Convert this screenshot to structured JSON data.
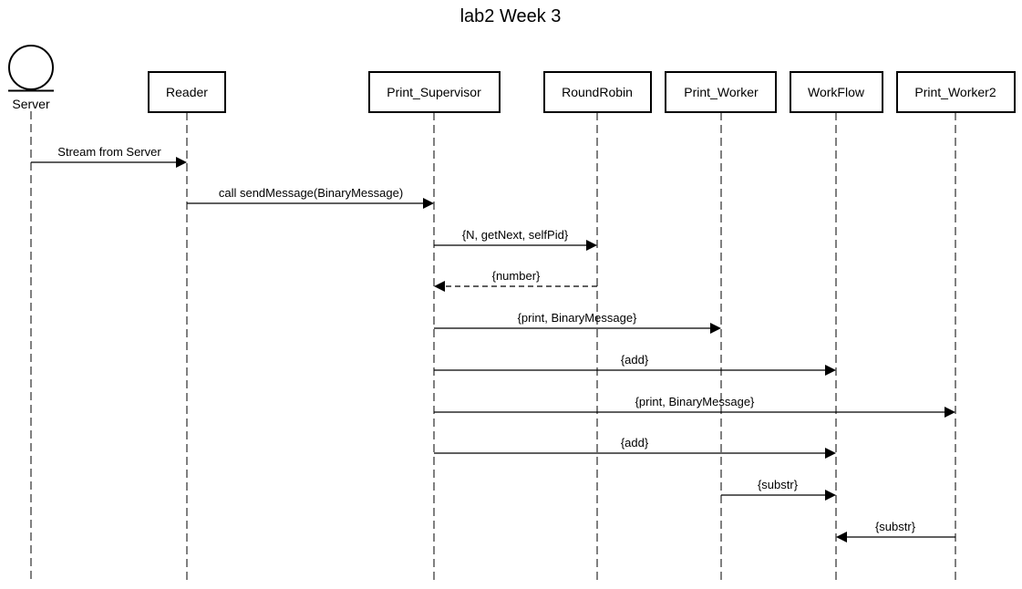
{
  "diagram": {
    "title": "lab2 Week 3",
    "participants": [
      {
        "id": "server",
        "label": "Server",
        "kind": "actor"
      },
      {
        "id": "reader",
        "label": "Reader",
        "kind": "box"
      },
      {
        "id": "print_supervisor",
        "label": "Print_Supervisor",
        "kind": "box"
      },
      {
        "id": "roundrobin",
        "label": "RoundRobin",
        "kind": "box"
      },
      {
        "id": "print_worker",
        "label": "Print_Worker",
        "kind": "box"
      },
      {
        "id": "workflow",
        "label": "WorkFlow",
        "kind": "box"
      },
      {
        "id": "print_worker2",
        "label": "Print_Worker2",
        "kind": "box"
      }
    ],
    "messages": [
      {
        "from": "server",
        "to": "reader",
        "label": "Stream from Server",
        "style": "solid"
      },
      {
        "from": "reader",
        "to": "print_supervisor",
        "label": "call sendMessage(BinaryMessage)",
        "style": "solid"
      },
      {
        "from": "print_supervisor",
        "to": "roundrobin",
        "label": "{N, getNext, selfPid}",
        "style": "solid"
      },
      {
        "from": "roundrobin",
        "to": "print_supervisor",
        "label": "{number}",
        "style": "dashed"
      },
      {
        "from": "print_supervisor",
        "to": "print_worker",
        "label": "{print, BinaryMessage}",
        "style": "solid"
      },
      {
        "from": "print_supervisor",
        "to": "workflow",
        "label": "{add}",
        "style": "solid"
      },
      {
        "from": "print_supervisor",
        "to": "print_worker2",
        "label": "{print, BinaryMessage}",
        "style": "solid"
      },
      {
        "from": "print_supervisor",
        "to": "workflow",
        "label": "{add}",
        "style": "solid"
      },
      {
        "from": "print_worker",
        "to": "workflow",
        "label": "{substr}",
        "style": "solid"
      },
      {
        "from": "print_worker2",
        "to": "workflow",
        "label": "{substr}",
        "style": "solid"
      }
    ]
  }
}
